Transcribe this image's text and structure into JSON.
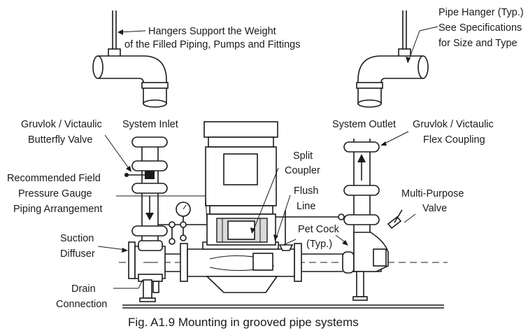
{
  "labels": {
    "hangers_support": [
      "Hangers Support the Weight",
      "of the Filled Piping, Pumps and Fittings"
    ],
    "pipe_hanger": [
      "Pipe Hanger (Typ.)",
      "See Specifications",
      "for Size and Type"
    ],
    "system_inlet": "System Inlet",
    "system_outlet": "System Outlet",
    "butterfly_valve": [
      "Gruvlok / Victaulic",
      "Butterfly Valve"
    ],
    "flex_coupling": [
      "Gruvlok / Victaulic",
      "Flex Coupling"
    ],
    "split_coupler": [
      "Split",
      "Coupler"
    ],
    "pressure_gauge": [
      "Recommended Field",
      "Pressure Gauge",
      "Piping Arrangement"
    ],
    "flush_line": [
      "Flush",
      "Line"
    ],
    "multi_purpose_valve": [
      "Multi-Purpose",
      "Valve"
    ],
    "pet_cock": [
      "Pet Cock",
      "(Typ.)"
    ],
    "suction_diffuser": [
      "Suction",
      "Diffuser"
    ],
    "drain_connection": [
      "Drain",
      "Connection"
    ]
  },
  "caption": "Fig. A1.9  Mounting in grooved pipe systems"
}
